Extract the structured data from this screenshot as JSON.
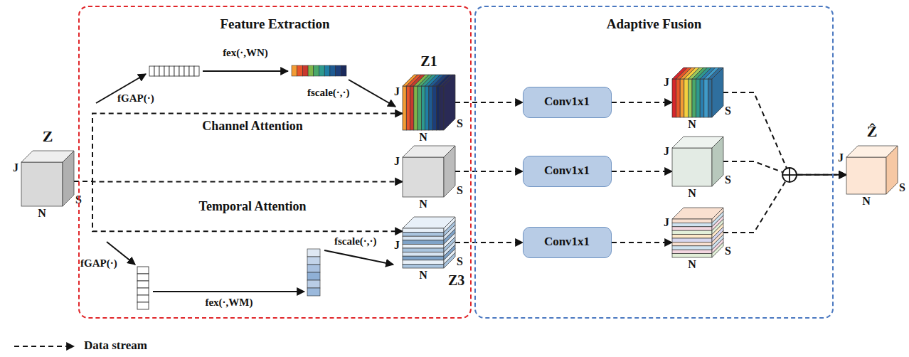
{
  "diagram": {
    "nodes": [
      {
        "text": [
          "Z",
          "J",
          "N",
          "S"
        ]
      },
      {
        "text": [
          "Feature Extraction"
        ]
      },
      {
        "text": [
          "Z1",
          "J",
          "N",
          "S"
        ],
        "in": 1
      },
      {
        "text": [
          "J",
          "N",
          "S"
        ],
        "in": 1
      },
      {
        "text": [
          "J",
          "N",
          "S",
          "Z3"
        ],
        "in": 1
      },
      {
        "text": [
          "Adaptive Fusion"
        ]
      },
      {
        "text": [
          "Conv1x1"
        ],
        "in": 5
      },
      {
        "text": [
          "Conv1x1"
        ],
        "in": 5
      },
      {
        "text": [
          "Conv1x1"
        ],
        "in": 5
      },
      {
        "text": [
          "J",
          "N",
          "S"
        ],
        "in": 5
      },
      {
        "text": [
          "J",
          "N",
          "S"
        ],
        "in": 5
      },
      {
        "text": [
          "J",
          "N",
          "S"
        ],
        "in": 5
      },
      {
        "text": [
          "Ẑ",
          "J",
          "N",
          "S"
        ]
      }
    ],
    "edges": [
      {
        "from": 0,
        "to": 2,
        "arrow": "to"
      },
      {
        "from": 0,
        "to": 3,
        "arrow": "to"
      },
      {
        "from": 0,
        "to": 4,
        "arrow": "to"
      },
      {
        "from": 2,
        "to": 6,
        "arrow": "to"
      },
      {
        "from": 3,
        "to": 7,
        "arrow": "to"
      },
      {
        "from": 4,
        "to": 8,
        "arrow": "to"
      },
      {
        "from": 6,
        "to": 9,
        "arrow": "to"
      },
      {
        "from": 7,
        "to": 10,
        "arrow": "to"
      },
      {
        "from": 8,
        "to": 11,
        "arrow": "to"
      },
      {
        "from": 9,
        "to": 12,
        "arrow": "to"
      },
      {
        "from": 10,
        "to": 12,
        "arrow": "to"
      },
      {
        "from": 11,
        "to": 12,
        "arrow": "to"
      }
    ],
    "labels": [
      "fGAP(·)",
      "fex(·,WN)",
      "fscale(·,·)",
      "Channel Attention",
      "Temporal Attention",
      "fGAP(·)",
      "fex(·,WM)",
      "fscale(·,·)"
    ],
    "legend": [
      {
        "text": "Data stream"
      }
    ]
  }
}
